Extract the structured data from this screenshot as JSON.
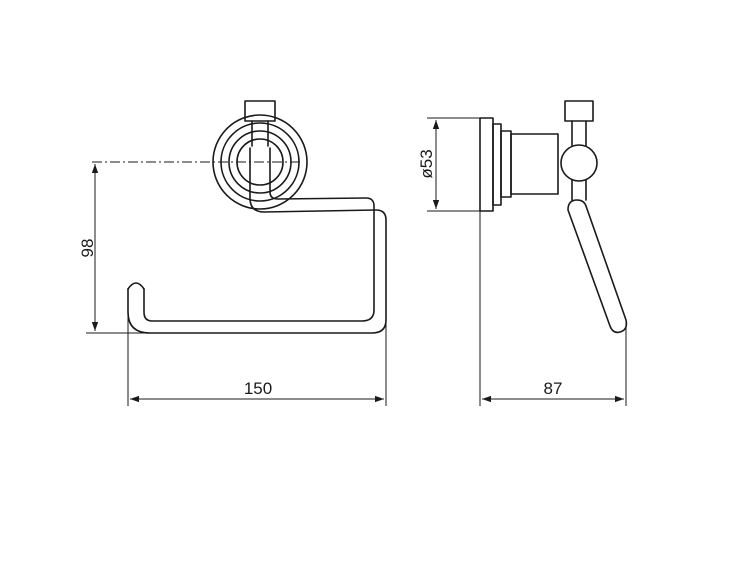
{
  "drawing": {
    "dimensions": {
      "height": "98",
      "width_front": "150",
      "diameter": "ø53",
      "depth_side": "87"
    }
  }
}
